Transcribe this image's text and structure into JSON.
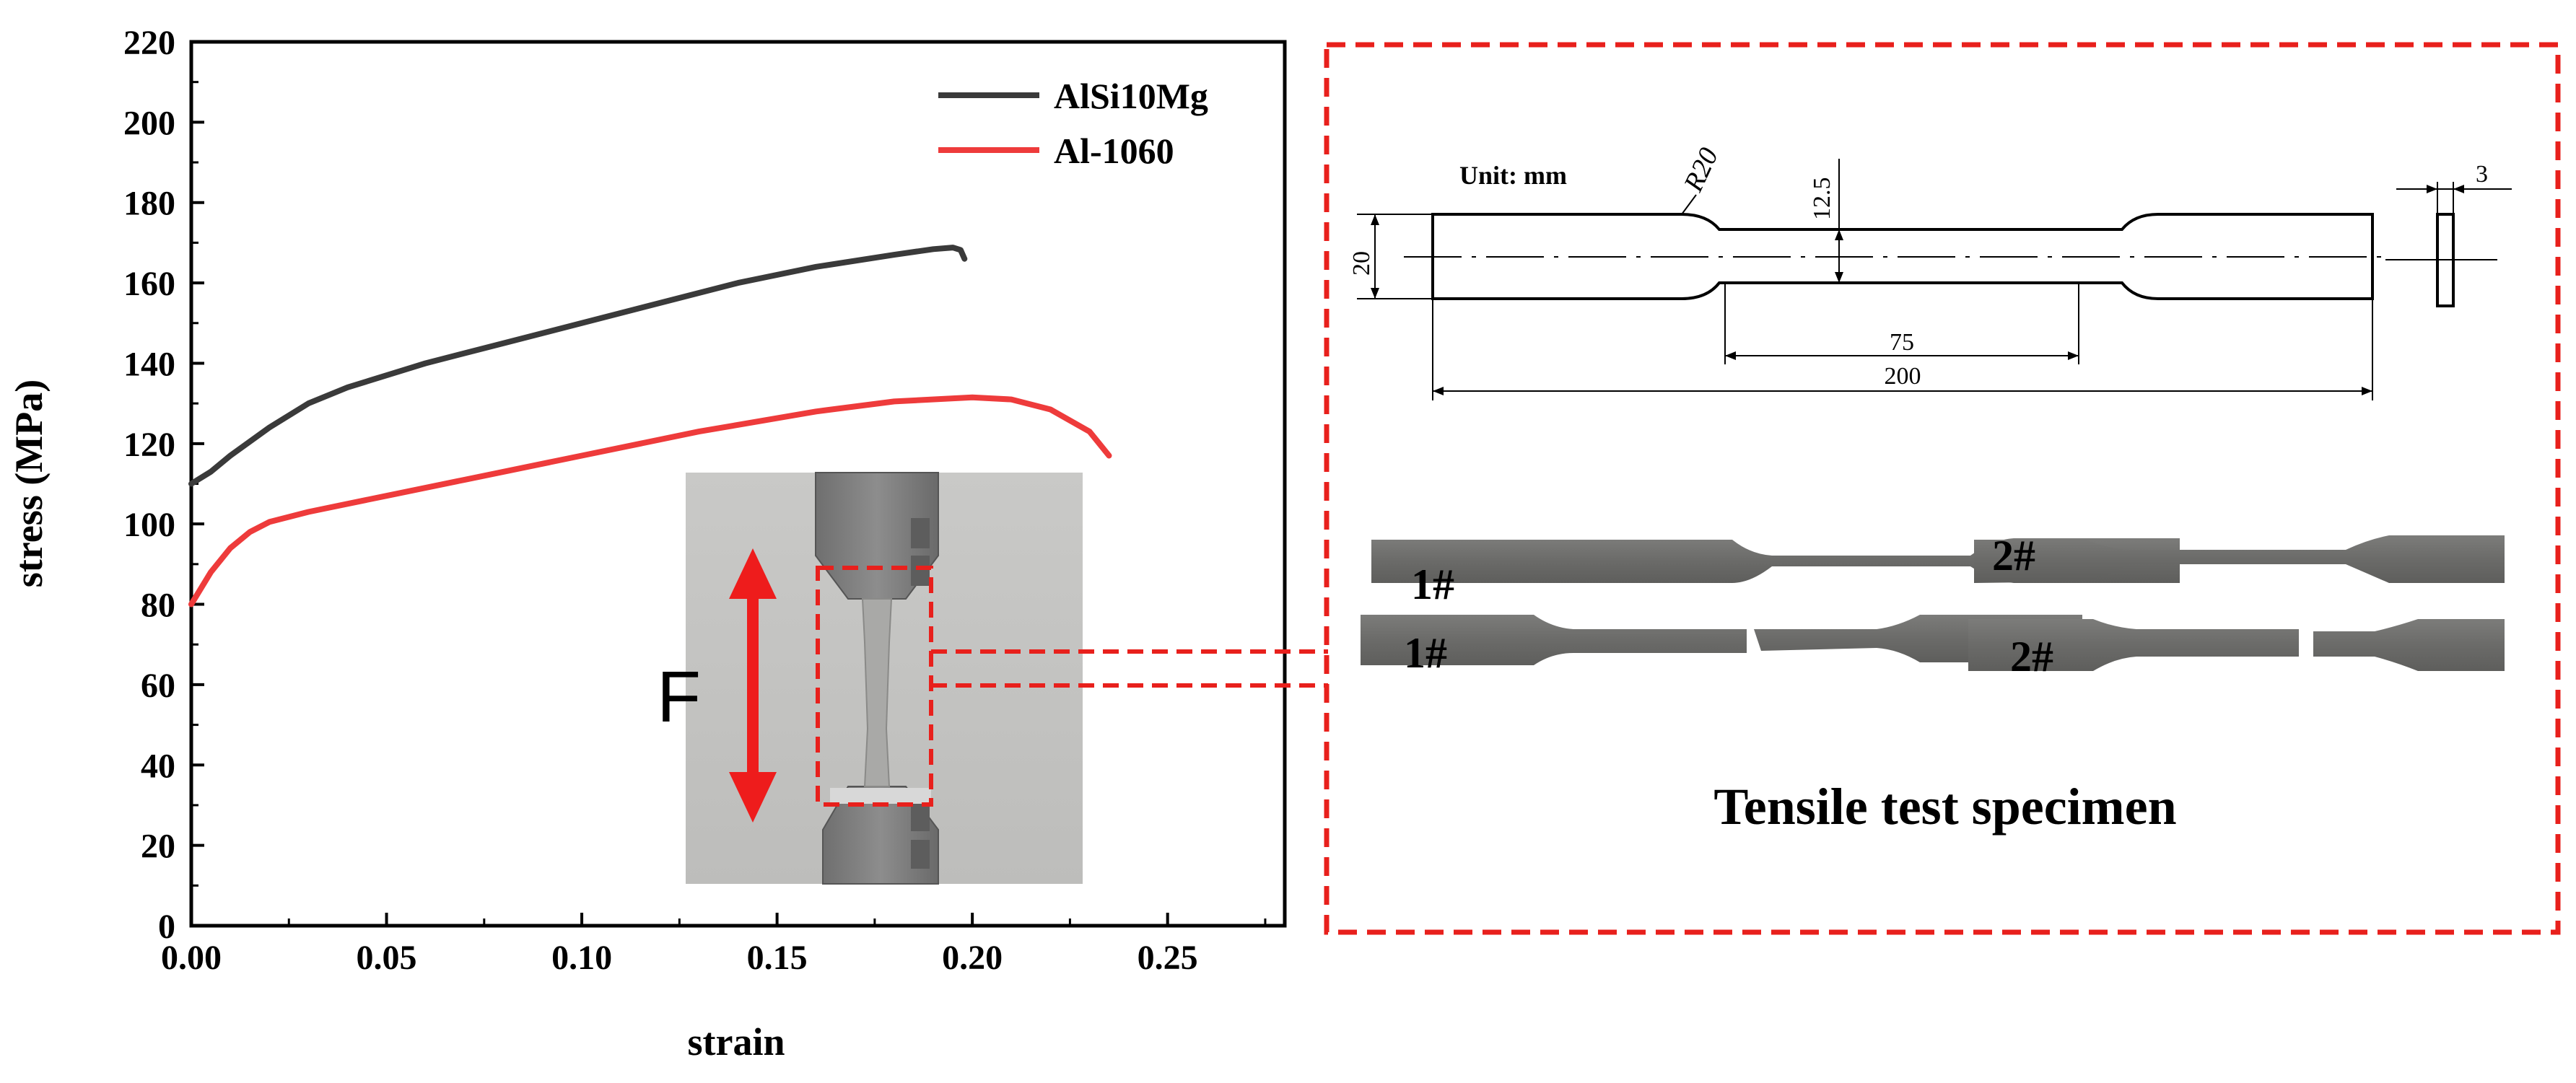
{
  "chart_data": {
    "type": "line",
    "title": "",
    "xlabel": "strain",
    "ylabel": "stress (MPa)",
    "xlim": [
      0,
      0.28
    ],
    "ylim": [
      0,
      220
    ],
    "x_ticks": [
      "0.00",
      "0.05",
      "0.10",
      "0.15",
      "0.20",
      "0.25"
    ],
    "y_ticks": [
      "0",
      "20",
      "40",
      "60",
      "80",
      "100",
      "120",
      "140",
      "160",
      "180",
      "200",
      "220"
    ],
    "legend_position": "top-right",
    "series": [
      {
        "name": "AlSi10Mg",
        "color": "#3a3a3a",
        "x": [
          0.0,
          0.005,
          0.01,
          0.02,
          0.03,
          0.04,
          0.05,
          0.06,
          0.08,
          0.1,
          0.12,
          0.14,
          0.16,
          0.18,
          0.19,
          0.195,
          0.197,
          0.198
        ],
        "y": [
          110,
          113,
          117,
          124,
          130,
          134,
          137,
          140,
          145,
          150,
          155,
          160,
          164,
          167,
          168.4,
          168.8,
          168.2,
          166
        ]
      },
      {
        "name": "Al-1060",
        "color": "#ee3b3b",
        "x": [
          0.0,
          0.005,
          0.01,
          0.015,
          0.02,
          0.03,
          0.04,
          0.05,
          0.07,
          0.1,
          0.13,
          0.16,
          0.18,
          0.2,
          0.21,
          0.22,
          0.23,
          0.235
        ],
        "y": [
          80,
          88,
          94,
          98,
          100.5,
          103,
          105,
          107,
          111,
          117,
          123,
          128,
          130.5,
          131.5,
          131,
          128.5,
          123,
          117
        ]
      }
    ]
  },
  "inset": {
    "force_label": "F"
  },
  "specimen_panel": {
    "unit_label": "Unit: mm",
    "radius_label": "R20",
    "dim_12_5": "12.5",
    "dim_20": "20",
    "dim_3": "3",
    "dim_75": "75",
    "dim_200": "200",
    "sample_1_label": "1#",
    "sample_2_label": "2#",
    "caption": "Tensile test specimen",
    "highlight_color": "#e8201c"
  }
}
